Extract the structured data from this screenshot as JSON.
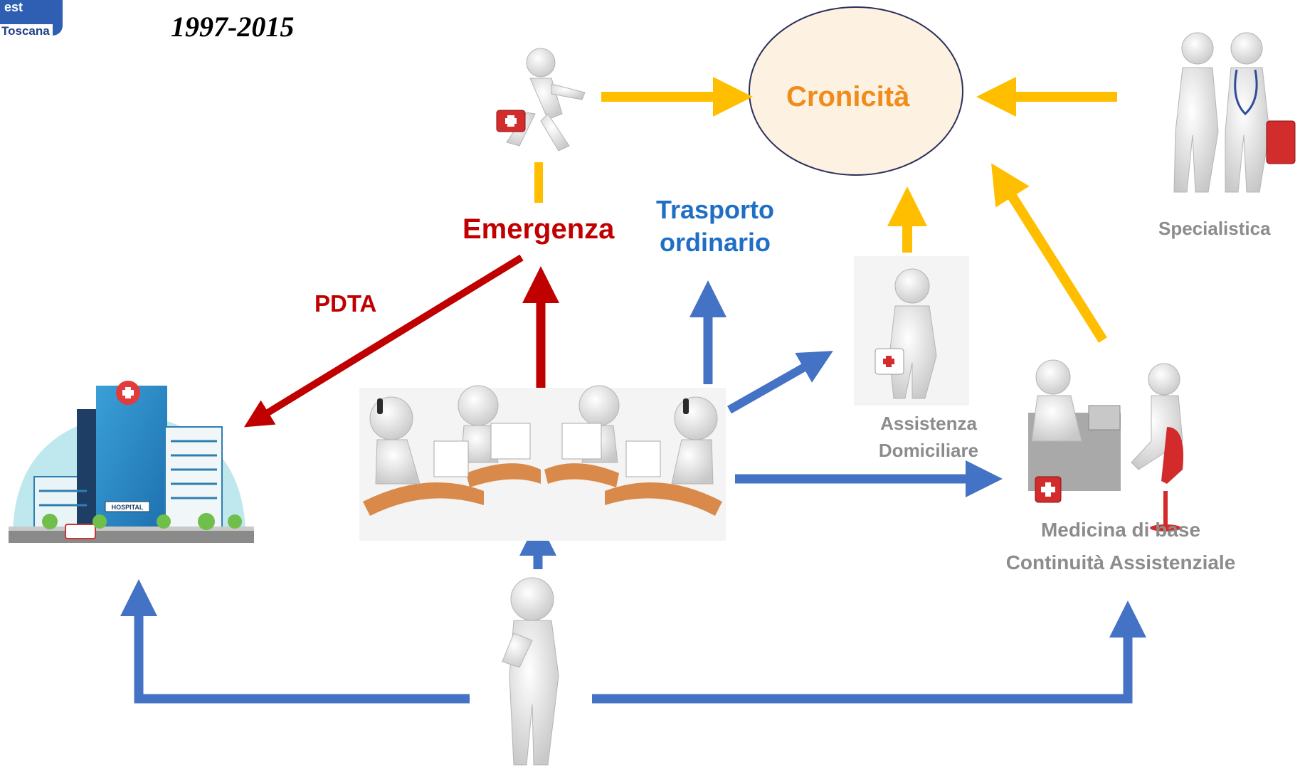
{
  "logo": {
    "line1": "est",
    "line2": "Toscana"
  },
  "years": "1997-2015",
  "nodes": {
    "cronicita": "Cronicità",
    "emergenza": "Emergenza",
    "pdta": "PDTA",
    "trasporto_line1": "Trasporto",
    "trasporto_line2": "ordinario",
    "specialistica": "Specialistica",
    "assistenza_line1": "Assistenza",
    "assistenza_line2": "Domiciliare",
    "medicina_line1": "Medicina di base",
    "medicina_line2": "Continuità Assistenziale",
    "hospital_sign": "HOSPITAL"
  },
  "colors": {
    "yellow_arrow": "#ffbf00",
    "red_arrow": "#c00000",
    "blue_arrow": "#4472c4",
    "cronicita_fill": "#fdf1e1",
    "cronicita_text": "#f08c1c",
    "emergenza_text": "#c00000",
    "trasporto_text": "#1f6fc5",
    "grey_label": "#8c8c8c"
  }
}
